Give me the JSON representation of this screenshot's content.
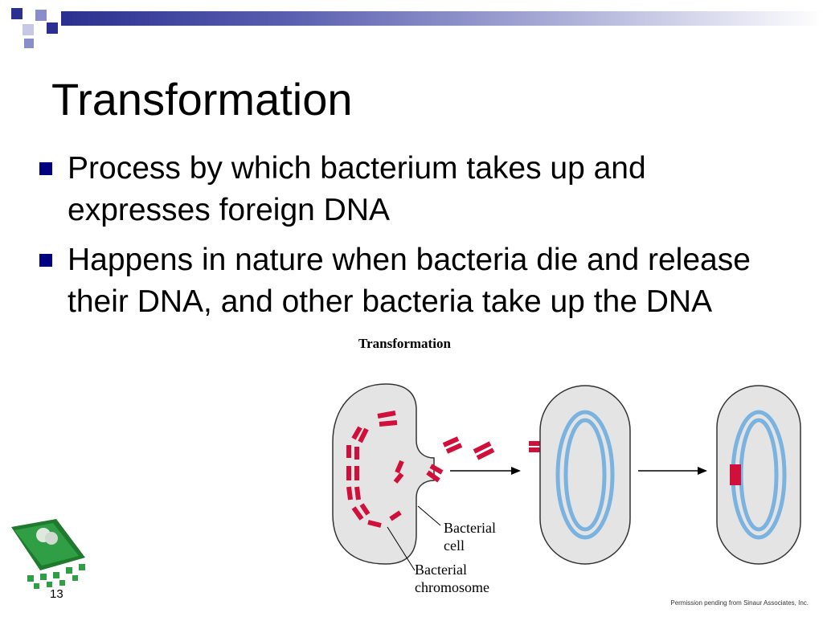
{
  "slide": {
    "title": "Transformation",
    "bullets": [
      {
        "text": "Process by which bacterium takes up and expresses foreign DNA"
      },
      {
        "text": "Happens in nature when bacteria die and release their DNA, and other bacteria take up the DNA"
      }
    ],
    "figure": {
      "title": "Transformation",
      "label_cell_line1": "Bacterial",
      "label_cell_line2": "cell",
      "label_chromosome_line1": "Bacterial",
      "label_chromosome_line2": "chromosome"
    },
    "page_number": "13",
    "permission_note": "Permission pending from Sinaur Associates, Inc."
  },
  "colors": {
    "header_band": "#2b2f8f",
    "bullet_marker": "#000080",
    "dna_fragment": "#d0103a",
    "chromosome": "#7ab3e0",
    "cell_fill": "#e4e4e4"
  },
  "icons": {
    "bullet": "square-bullet-icon",
    "arrow": "right-arrow-icon",
    "logo": "book-apple-logo"
  }
}
